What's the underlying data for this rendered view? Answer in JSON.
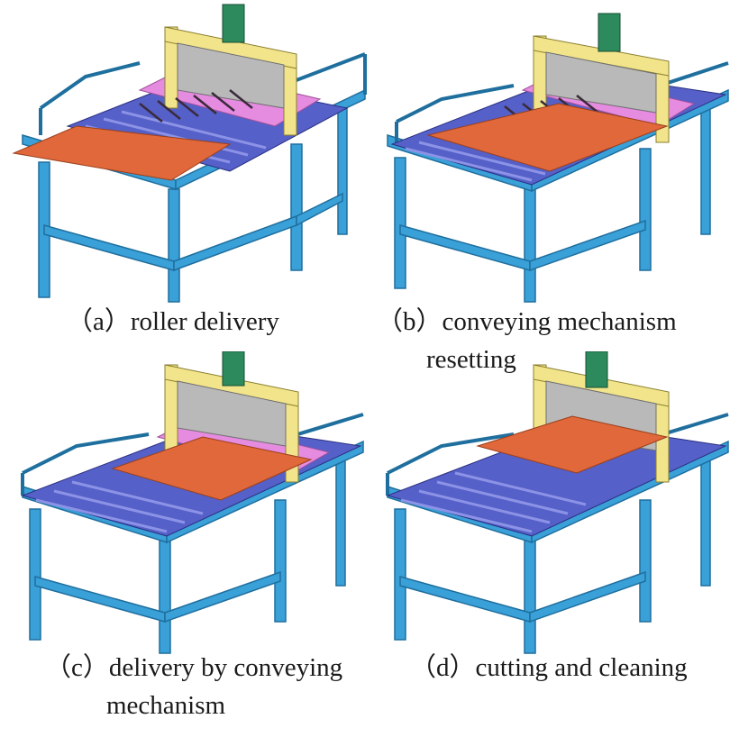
{
  "figure": {
    "panels": [
      {
        "id": "a",
        "caption": "（a）roller delivery",
        "caption_cont": "",
        "sheet_position": "front-overhang"
      },
      {
        "id": "b",
        "caption": "（b）conveying mechanism",
        "caption_cont": "resetting",
        "sheet_position": "middle"
      },
      {
        "id": "c",
        "caption": "（c）delivery by conveying",
        "caption_cont": "mechanism",
        "sheet_position": "back-middle"
      },
      {
        "id": "d",
        "caption": "（d）cutting and cleaning",
        "caption_cont": "",
        "sheet_position": "back"
      }
    ],
    "colors": {
      "frame": "#3aa0d8",
      "frame_dark": "#1f6f9e",
      "rollers": "#5560c8",
      "sheet": "#e0683a",
      "pink_plate": "#e58be0",
      "gantry": "#f2e48a",
      "blade": "#b9b9b9",
      "motor": "#2c8a5c"
    }
  }
}
